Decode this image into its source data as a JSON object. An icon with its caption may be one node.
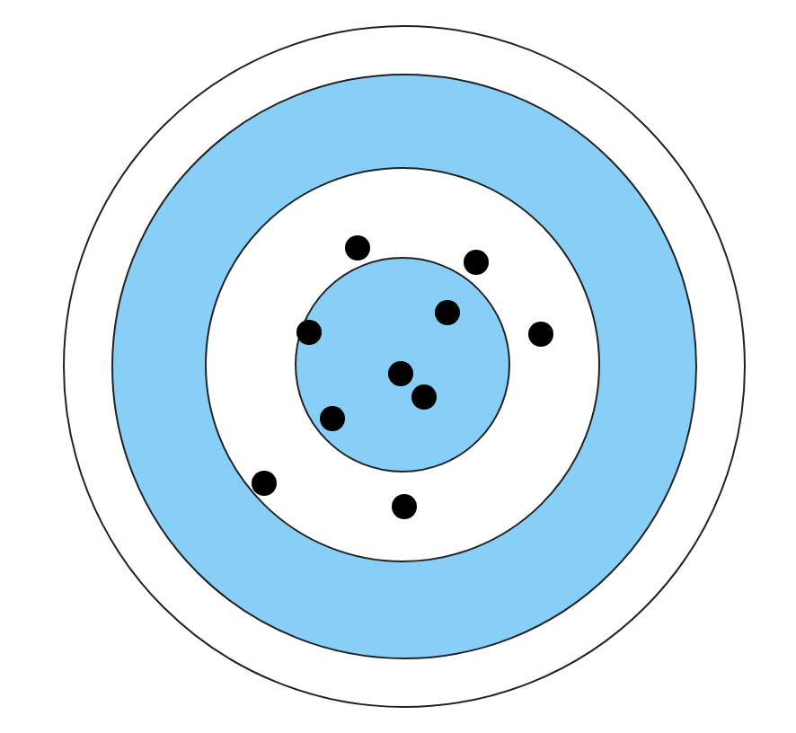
{
  "diagram": {
    "nodes": [
      {
        "text": [],
        "shape": "circle"
      },
      {
        "text": [],
        "shape": "circle",
        "in": 0
      },
      {
        "text": [],
        "shape": "circle",
        "in": 1
      },
      {
        "text": [],
        "shape": "circle",
        "in": 2
      },
      {
        "text": [],
        "shape": "circle",
        "in": 2
      },
      {
        "text": [],
        "shape": "circle",
        "in": 2
      },
      {
        "text": [],
        "shape": "circle",
        "in": 3
      },
      {
        "text": [],
        "shape": "circle",
        "in": 2
      },
      {
        "text": [],
        "shape": "circle",
        "in": 3
      },
      {
        "text": [],
        "shape": "circle",
        "in": 3
      },
      {
        "text": [],
        "shape": "circle",
        "in": 3
      },
      {
        "text": [],
        "shape": "circle",
        "in": 3
      },
      {
        "text": [],
        "shape": "circle",
        "in": 2
      },
      {
        "text": [],
        "shape": "circle",
        "in": 2
      }
    ]
  }
}
